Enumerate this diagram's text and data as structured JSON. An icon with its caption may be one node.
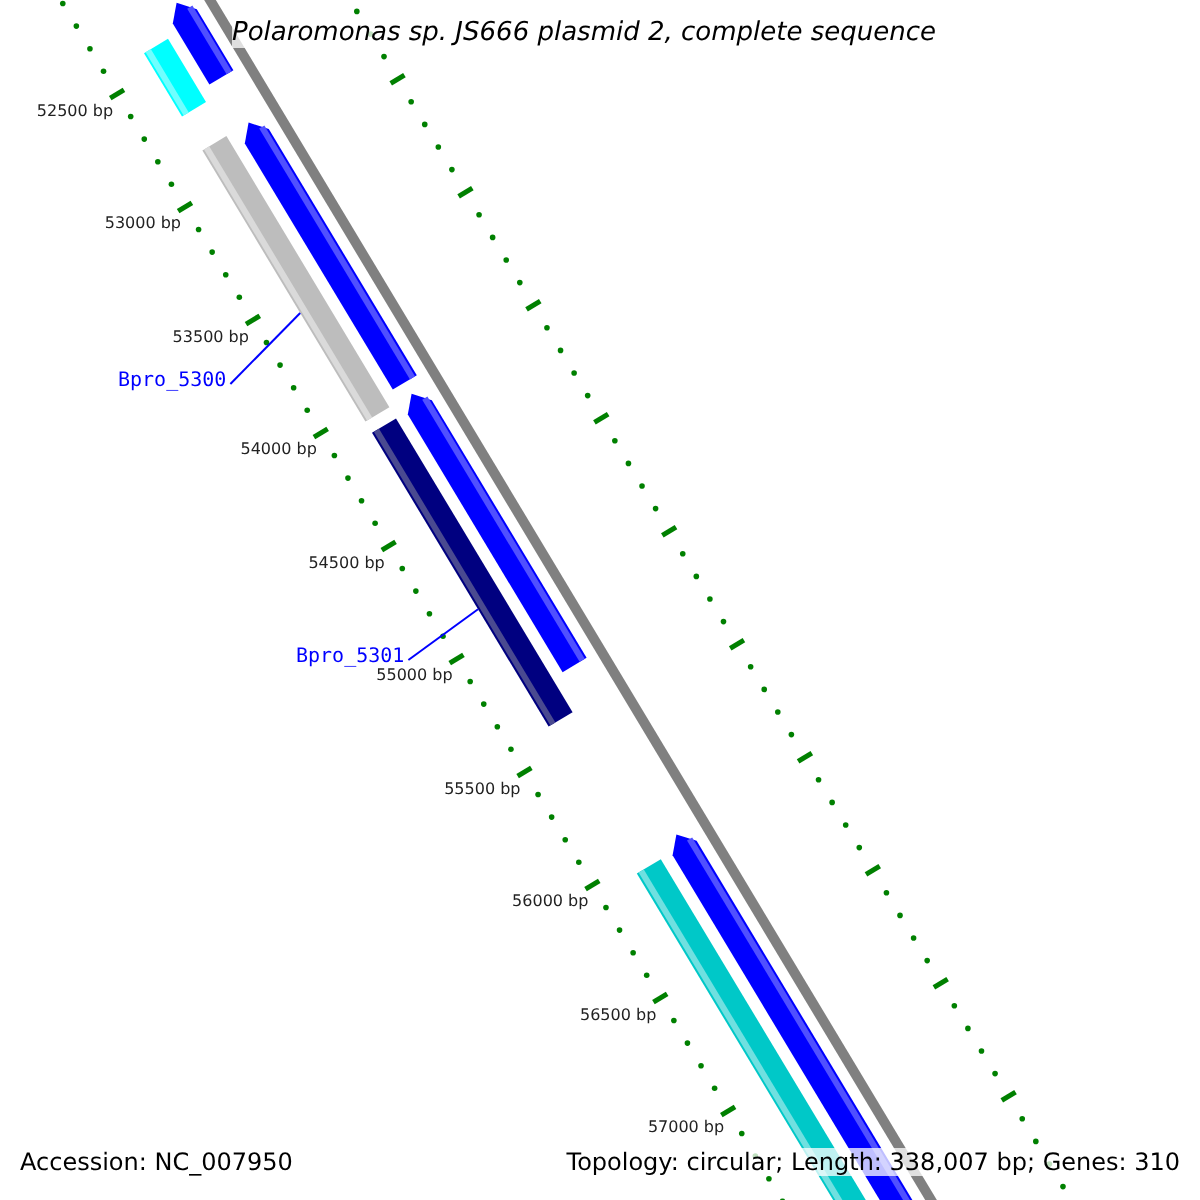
{
  "diagram": {
    "title": "Polaromonas sp. JS666 plasmid 2, complete sequence",
    "nodes": [
      {
        "text": [
          "Bpro_5300"
        ]
      },
      {
        "text": [],
        "shape": "bar"
      },
      {
        "text": [
          "Bpro_5301"
        ]
      },
      {
        "text": [],
        "shape": "bar"
      }
    ],
    "edges": [
      {
        "from": 0,
        "to": 1,
        "arrow": "none"
      },
      {
        "from": 2,
        "to": 3,
        "arrow": "none"
      }
    ],
    "labels": [
      "52500 bp",
      "53000 bp",
      "53500 bp",
      "54000 bp",
      "54500 bp",
      "55000 bp",
      "55500 bp",
      "56000 bp",
      "56500 bp",
      "57000 bp",
      "Accession: NC_007950",
      "Topology: circular; Length: 338,007 bp; Genes: 310"
    ]
  }
}
